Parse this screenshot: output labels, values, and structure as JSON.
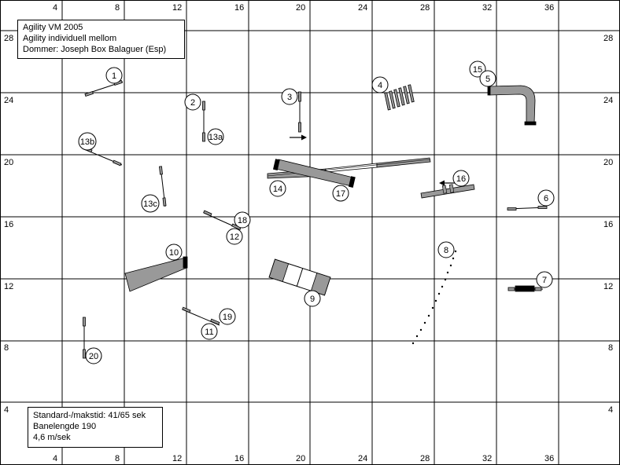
{
  "course": {
    "title_lines": [
      "Agility VM 2005",
      "Agility individuell mellom",
      "Dommer: Joseph Box Balaguer (Esp)"
    ],
    "stats_lines": [
      "Standard-/makstid: 41/65 sek",
      "Banelengde 190",
      "4,6 m/sek"
    ]
  },
  "axes": {
    "x_ticks": [
      "4",
      "8",
      "12",
      "16",
      "20",
      "24",
      "28",
      "32",
      "36"
    ],
    "y_ticks": [
      "28",
      "24",
      "20",
      "16",
      "12",
      "8",
      "4"
    ]
  },
  "obstacles": [
    {
      "label": "1",
      "kind": "jump"
    },
    {
      "label": "2",
      "kind": "jump"
    },
    {
      "label": "3",
      "kind": "jump"
    },
    {
      "label": "4",
      "kind": "weave-poles"
    },
    {
      "label": "5",
      "kind": "tunnel"
    },
    {
      "label": "6",
      "kind": "jump"
    },
    {
      "label": "7",
      "kind": "tyre"
    },
    {
      "label": "8",
      "kind": "weave-poles"
    },
    {
      "label": "9",
      "kind": "a-frame"
    },
    {
      "label": "10",
      "kind": "collapsed-tunnel"
    },
    {
      "label": "11",
      "kind": "jump"
    },
    {
      "label": "12",
      "kind": "jump"
    },
    {
      "label": "13a",
      "kind": "jump"
    },
    {
      "label": "13b",
      "kind": "jump"
    },
    {
      "label": "13c",
      "kind": "jump"
    },
    {
      "label": "14",
      "kind": "dog-walk"
    },
    {
      "label": "15",
      "kind": "tunnel"
    },
    {
      "label": "16",
      "kind": "seesaw"
    },
    {
      "label": "17",
      "kind": "tunnel"
    },
    {
      "label": "18",
      "kind": "jump"
    },
    {
      "label": "19",
      "kind": "jump"
    },
    {
      "label": "20",
      "kind": "jump"
    }
  ],
  "colors": {
    "grid": "#000000",
    "equipment": "#999999",
    "background": "#ffffff"
  }
}
